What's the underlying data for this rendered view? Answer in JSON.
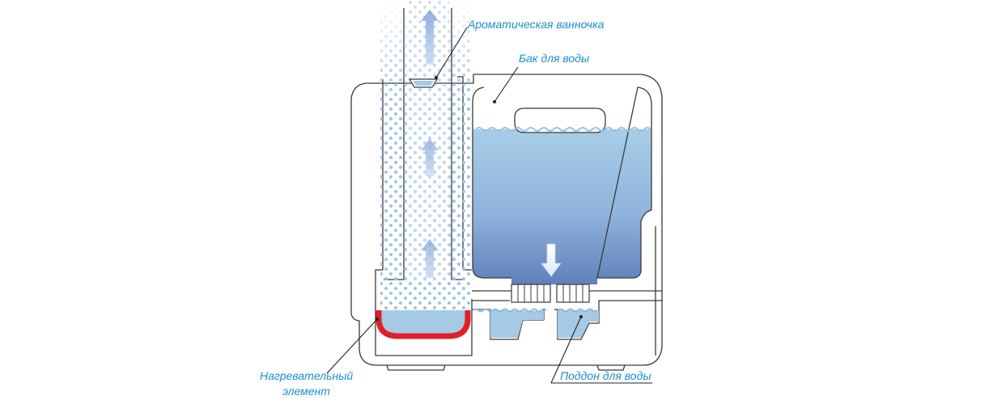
{
  "labels": {
    "aroma_tray": "Ароматическая ванночка",
    "water_tank": "Бак для воды",
    "heating_element_line1": "Нагревательный",
    "heating_element_line2": "элемент",
    "water_pan": "Поддон для воды"
  },
  "colors": {
    "label_text": "#1b8fd0",
    "outline": "#3a3a3a",
    "steam_dot": "#9cc3e6",
    "water_top": "#a6cbe6",
    "water_bottom": "#6384bc",
    "heating_element": "#e02027",
    "arrow": "#8fb0dc"
  },
  "icons": [
    "up-arrow-icon",
    "down-arrow-icon"
  ]
}
